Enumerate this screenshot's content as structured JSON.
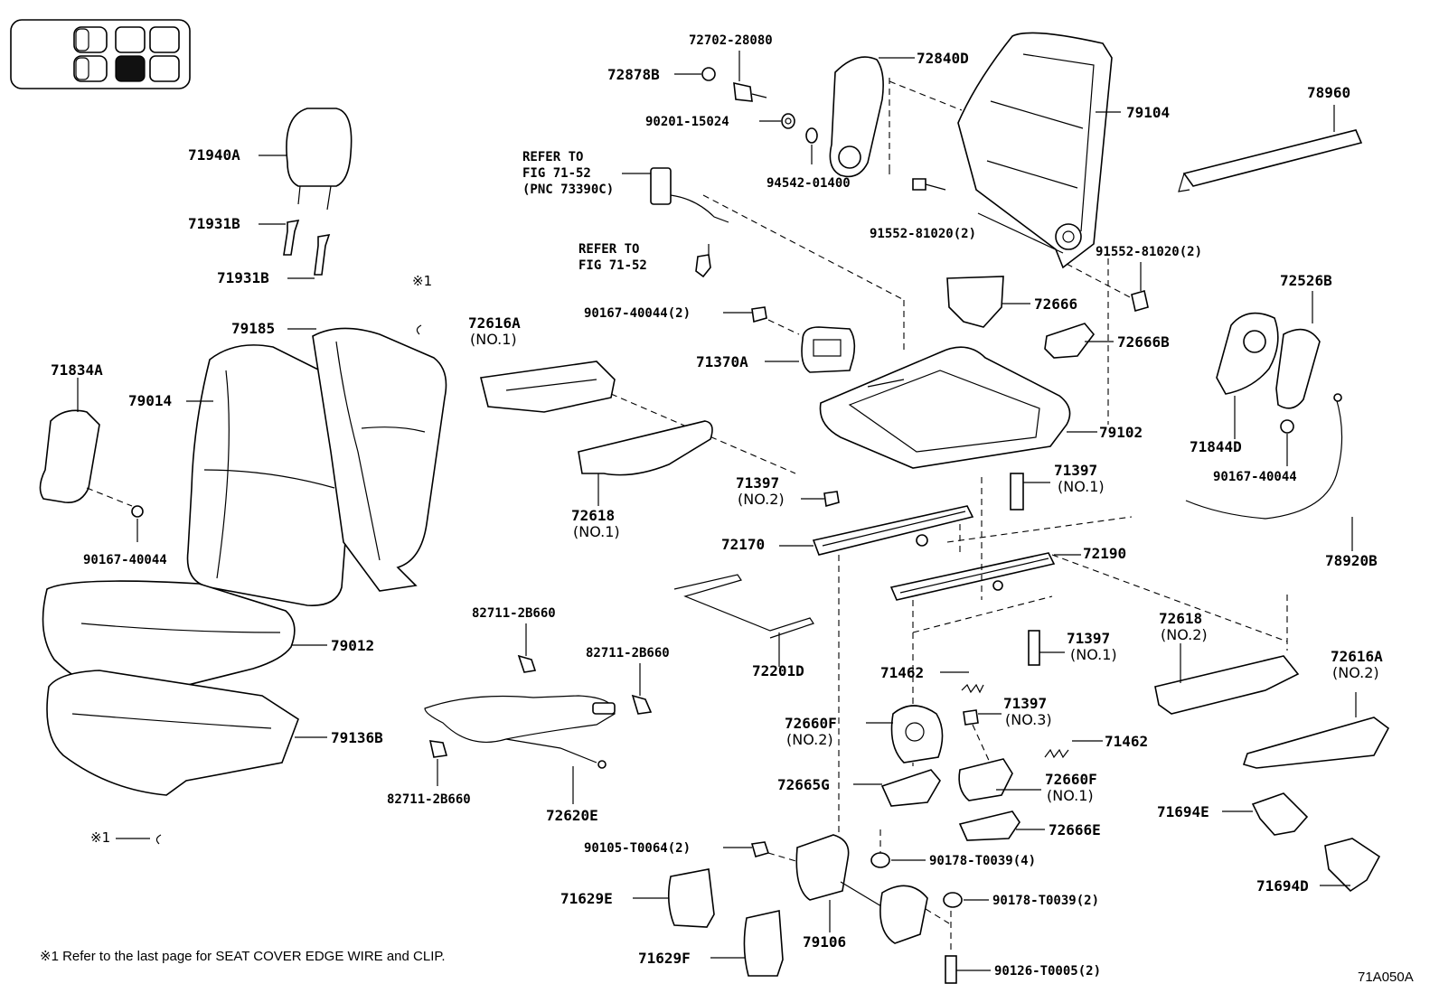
{
  "diagram": {
    "figure_code": "71A050A",
    "footnote": "※1  Refer to the last page for SEAT COVER EDGE WIRE and CLIP.",
    "position_marker": "※1",
    "legend_colors": {
      "highlight": "#111111",
      "outline": "#000000"
    },
    "refer_notes": {
      "seatbelt": "REFER TO\nFIG 71-52\n(PNC 73390C)",
      "bolt": "REFER TO\nFIG 71-52"
    },
    "labels": {
      "p71940A": "71940A",
      "p71931B_top": "71931B",
      "p71931B_bot": "71931B",
      "p79185": "79185",
      "p71834A": "71834A",
      "p79014": "79014",
      "p90167_left": "90167-40044",
      "p79012": "79012",
      "p79136B": "79136B",
      "p72702": "72702-28080",
      "p72878B": "72878B",
      "p90201": "90201-15024",
      "p72840D": "72840D",
      "p94542": "94542-01400",
      "p79104": "79104",
      "p91552_left": "91552-81020(2)",
      "p91552_right": "91552-81020(2)",
      "p78960": "78960",
      "p72616A_1": "72616A",
      "p72616A_1_sub": "(NO.1)",
      "p90167_2": "90167-40044(2)",
      "p71370A": "71370A",
      "p72666": "72666",
      "p72666B": "72666B",
      "p79102": "79102",
      "p72526B": "72526B",
      "p71844D": "71844D",
      "p90167_right": "90167-40044",
      "p72618_1": "72618",
      "p72618_1_sub": "(NO.1)",
      "p71397_2": "71397",
      "p71397_2_sub": "(NO.2)",
      "p71397_1a": "71397",
      "p71397_1a_sub": "(NO.1)",
      "p72170": "72170",
      "p72190": "72190",
      "p78920B": "78920B",
      "p72201D": "72201D",
      "p82711_a": "82711-2B660",
      "p82711_b": "82711-2B660",
      "p82711_c": "82711-2B660",
      "p72620E": "72620E",
      "p71397_1b": "71397",
      "p71397_1b_sub": "(NO.1)",
      "p71462_a": "71462",
      "p72618_2": "72618",
      "p72618_2_sub": "(NO.2)",
      "p72616A_2": "72616A",
      "p72616A_2_sub": "(NO.2)",
      "p72660F_2": "72660F",
      "p72660F_2_sub": "(NO.2)",
      "p71397_3": "71397",
      "p71397_3_sub": "(NO.3)",
      "p71462_b": "71462",
      "p72665G": "72665G",
      "p72660F_1": "72660F",
      "p72660F_1_sub": "(NO.1)",
      "p72666E": "72666E",
      "p71694E": "71694E",
      "p71694D": "71694D",
      "p90105": "90105-T0064(2)",
      "p90178_4": "90178-T0039(4)",
      "p90178_2": "90178-T0039(2)",
      "p90126": "90126-T0005(2)",
      "p71629E": "71629E",
      "p71629F": "71629F",
      "p79106": "79106",
      "mark_top": "※1",
      "mark_bottom": "※1"
    }
  }
}
